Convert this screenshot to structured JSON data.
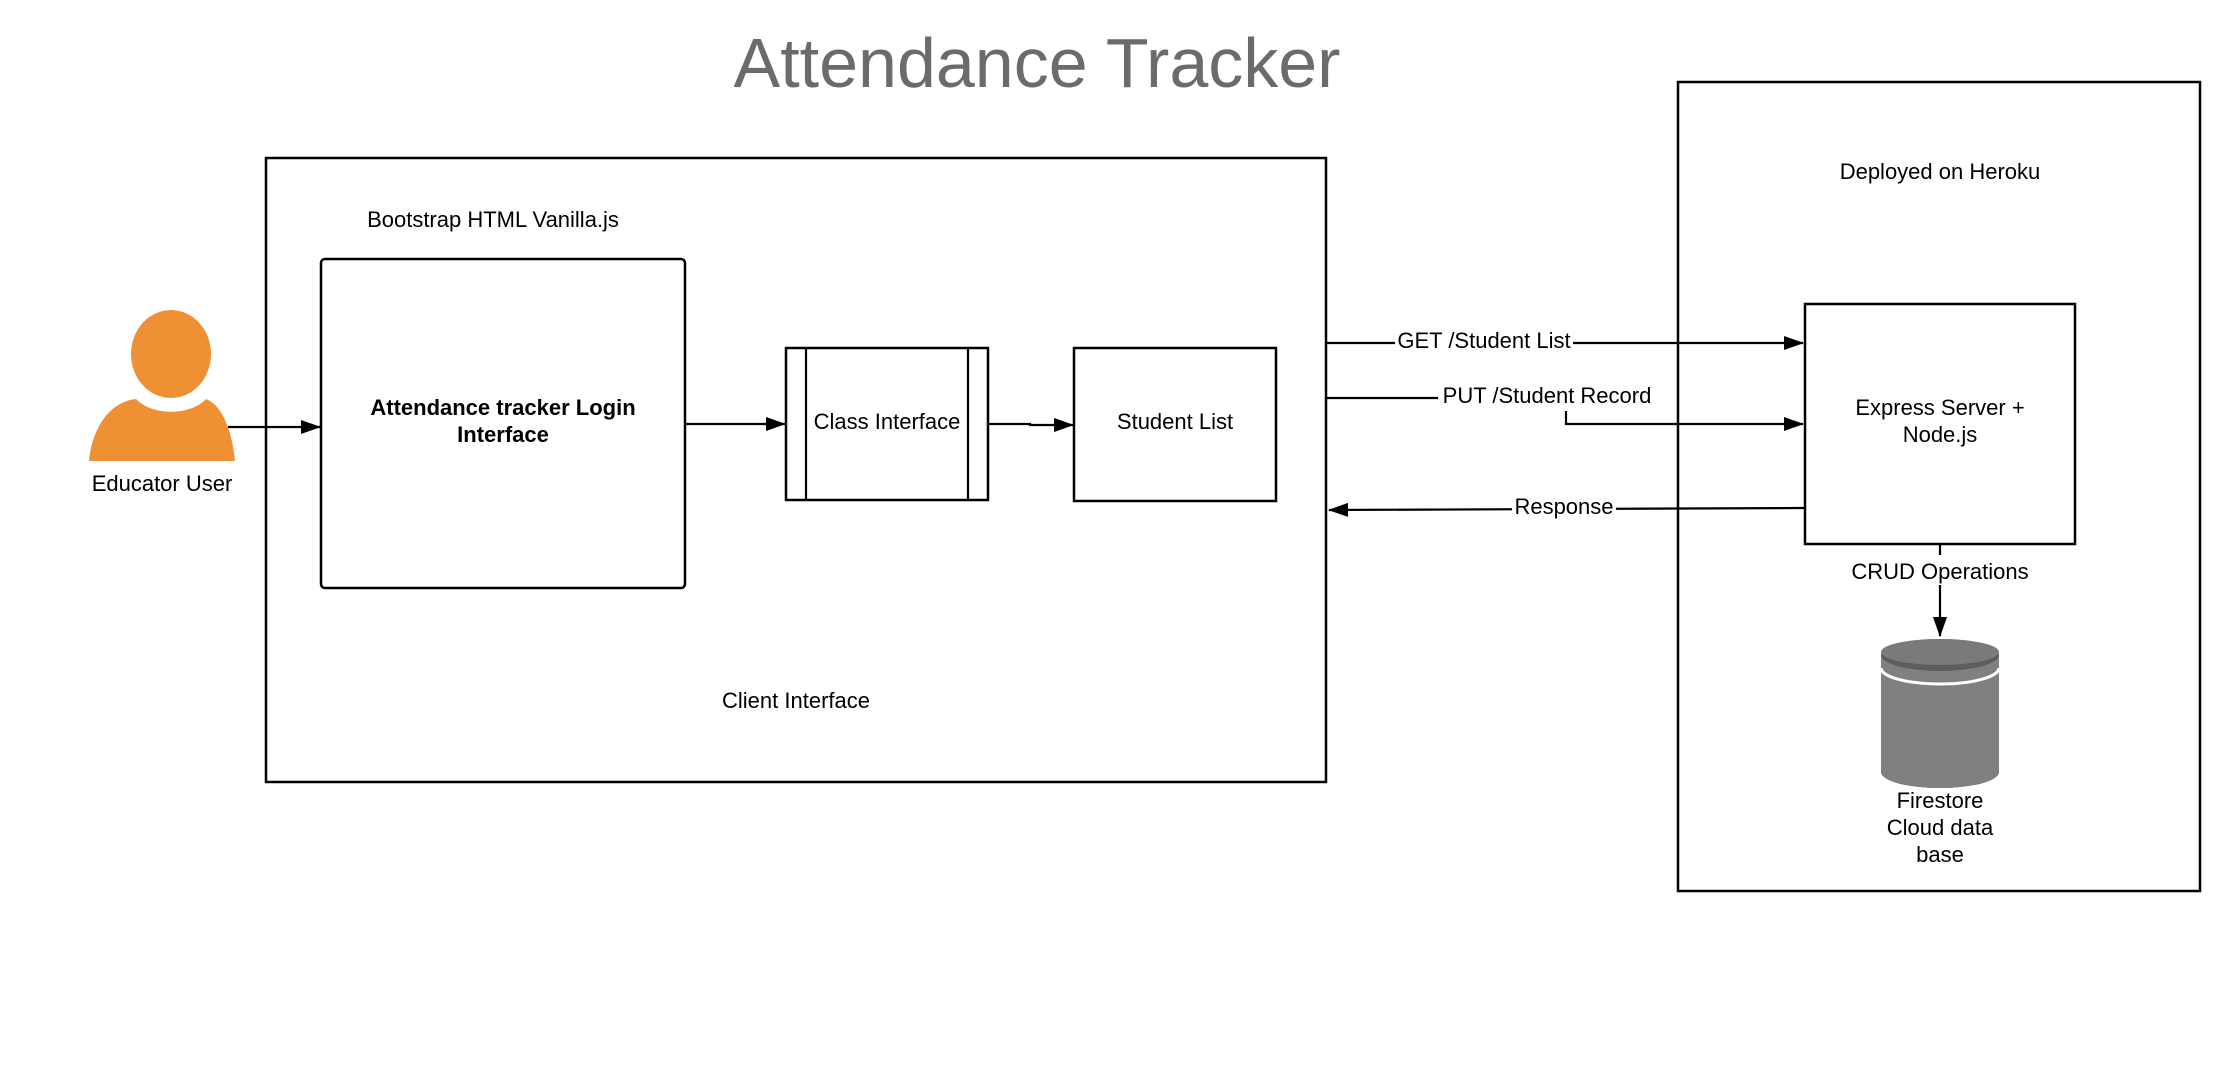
{
  "title": "Attendance Tracker",
  "client": {
    "container_label": "Client Interface",
    "tech_label": "Bootstrap HTML Vanilla.js",
    "login_box": [
      "Attendance tracker Login",
      "Interface"
    ],
    "class_box": "Class Interface",
    "student_box": "Student List"
  },
  "user": {
    "label": "Educator User",
    "color": "#ef9034"
  },
  "server": {
    "container_label": "Deployed on Heroku",
    "express_box": [
      "Express Server +",
      "Node.js"
    ],
    "crud_label": "CRUD Operations",
    "database": [
      "Firestore",
      "Cloud data",
      "base"
    ],
    "database_color": "#808080"
  },
  "edges": {
    "get_label": "GET /Student List",
    "put_label": "PUT /Student Record",
    "response_label": "Response"
  }
}
